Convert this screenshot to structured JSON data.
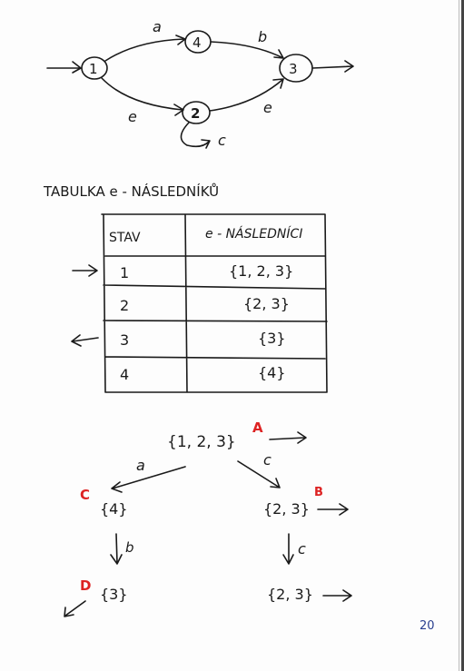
{
  "automaton": {
    "states": [
      "1",
      "4",
      "2",
      "3"
    ],
    "edge_labels": {
      "one_to_four": "a",
      "four_to_three": "b",
      "one_to_two": "e",
      "two_to_three": "e",
      "two_loop": "c"
    }
  },
  "table": {
    "title": "TABULKA   e - NÁSLEDNÍKŮ",
    "headers": [
      "STAV",
      "e - NÁSLEDNÍCI"
    ],
    "rows": [
      {
        "state": "1",
        "successors": "{1, 2, 3}"
      },
      {
        "state": "2",
        "successors": "{2, 3}"
      },
      {
        "state": "3",
        "successors": "{3}"
      },
      {
        "state": "4",
        "successors": "{4}"
      }
    ]
  },
  "dfa": {
    "top": {
      "set": "{1, 2, 3}",
      "tag": "A"
    },
    "left": {
      "set": "{4}",
      "tag": "C",
      "edge": "a"
    },
    "right": {
      "set": "{2, 3}",
      "tag": "B",
      "edge": "c"
    },
    "left_bottom": {
      "set": "{3}",
      "tag": "D",
      "edge": "b"
    },
    "right_bottom": {
      "set": "{2, 3}",
      "edge": "c"
    }
  },
  "page_number": "20",
  "colors": {
    "ink": "#1a1a1a",
    "red": "#d22222",
    "blue": "#2a3f8f"
  }
}
